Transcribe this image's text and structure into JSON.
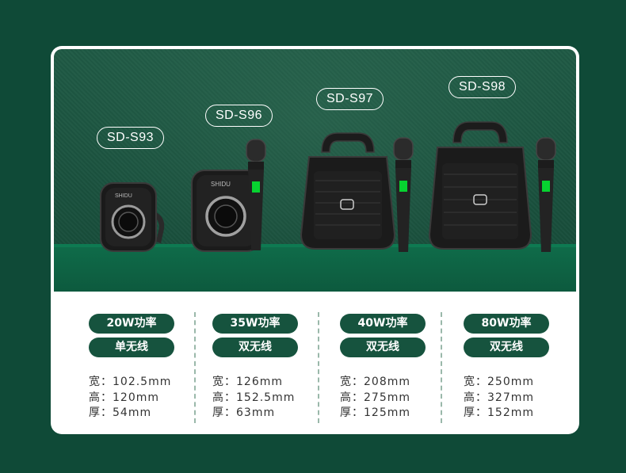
{
  "products": [
    {
      "model": "SD-S93",
      "power": "20W功率",
      "wireless": "单无线",
      "width": "宽：102.5mm",
      "height": "高：120mm",
      "depth": "厚：54mm",
      "brand": "SHIDU"
    },
    {
      "model": "SD-S96",
      "power": "35W功率",
      "wireless": "双无线",
      "width": "宽：126mm",
      "height": "高：152.5mm",
      "depth": "厚：63mm",
      "brand": "SHIDU"
    },
    {
      "model": "SD-S97",
      "power": "40W功率",
      "wireless": "双无线",
      "width": "宽：208mm",
      "height": "高：275mm",
      "depth": "厚：125mm"
    },
    {
      "model": "SD-S98",
      "power": "80W功率",
      "wireless": "双无线",
      "width": "宽：250mm",
      "height": "高：327mm",
      "depth": "厚：152mm"
    }
  ],
  "colors": {
    "background": "#0f4a37",
    "pill": "#16533e",
    "shelf": "#0f6b49",
    "text": "#333333"
  }
}
